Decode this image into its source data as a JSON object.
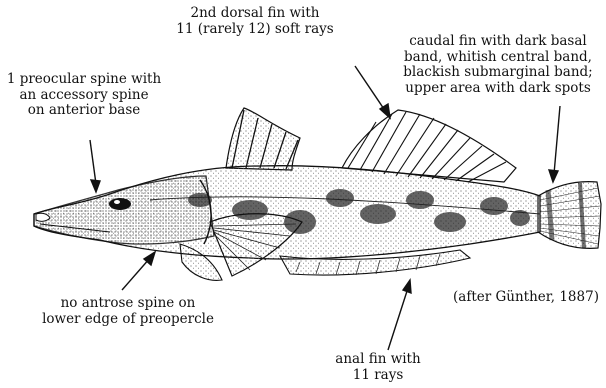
{
  "labels": {
    "dorsal_fin": [
      "2nd dorsal fin with",
      "11 (rarely 12) soft rays"
    ],
    "caudal_fin": [
      "caudal fin with dark basal",
      "band, whitish central band,",
      "blackish submarginal band;",
      "upper area with dark spots"
    ],
    "preocular_spine": [
      "1 preocular spine with",
      "an accessory spine",
      "on anterior base"
    ],
    "antrose_spine": [
      "no antrose spine on",
      "lower edge of preopercle"
    ],
    "credit": "(after Günther, 1887)",
    "anal_fin": [
      "anal fin with",
      "11 rays"
    ]
  },
  "colors": {
    "ink": "#111111",
    "paper": "#ffffff",
    "shade": "#b8b8b8"
  }
}
